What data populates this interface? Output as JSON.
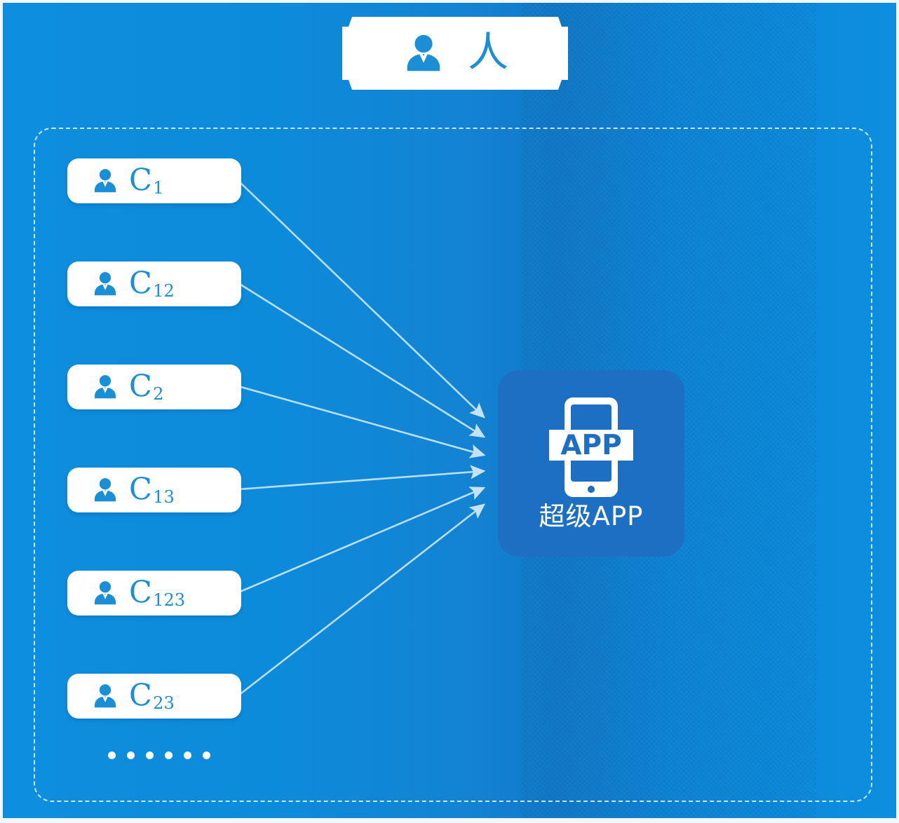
{
  "diagram": {
    "title_box": {
      "icon": "person-icon",
      "label": "人"
    },
    "hub": {
      "icon": "tablet-app-icon",
      "icon_text": "APP",
      "label": "超级APP"
    },
    "ellipsis": "……",
    "ellipsis_dot_count": 6,
    "customer_nodes": [
      {
        "icon": "person-icon",
        "base": "C",
        "sub": "1",
        "full": "C1"
      },
      {
        "icon": "person-icon",
        "base": "C",
        "sub": "12",
        "full": "C12"
      },
      {
        "icon": "person-icon",
        "base": "C",
        "sub": "2",
        "full": "C2"
      },
      {
        "icon": "person-icon",
        "base": "C",
        "sub": "13",
        "full": "C13"
      },
      {
        "icon": "person-icon",
        "base": "C",
        "sub": "123",
        "full": "C123"
      },
      {
        "icon": "person-icon",
        "base": "C",
        "sub": "23",
        "full": "C23"
      }
    ],
    "connector_count": 6,
    "colors": {
      "background_blue": "#0d8bdb",
      "hub_blue": "#1c6fc2",
      "accent_blue": "#1a8fd6",
      "node_fill": "#ffffff",
      "connector": "#bfe2f7",
      "dashed_border": "#ffffff"
    }
  }
}
